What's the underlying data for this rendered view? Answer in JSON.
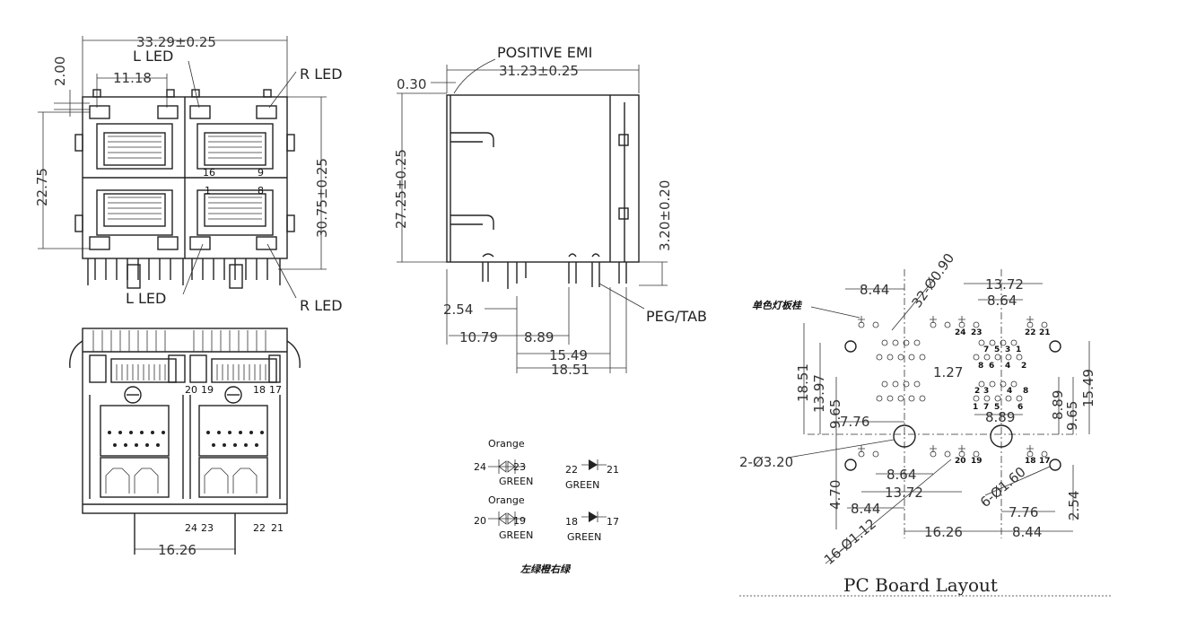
{
  "front_view": {
    "width_dim": "33.29±0.25",
    "led_offset_dim": "2.00",
    "led_spacing_dim": "11.18",
    "led_height_dim": "22.75",
    "height_dim": "30.75±0.25",
    "l_led_top": "L LED",
    "r_led_top": "R LED",
    "l_led_bottom": "L LED",
    "r_led_bottom": "R LED",
    "pin_16": "16",
    "pin_9": "9",
    "pin_1": "1",
    "pin_8": "8"
  },
  "side_view": {
    "positive_emi": "POSITIVE EMI",
    "length_dim": "31.23±0.25",
    "emi_dim": "0.30",
    "height_dim": "27.25±0.25",
    "pin_dim": "3.20±0.20",
    "peg_tab": "PEG/TAB",
    "dims": [
      "2.54",
      "10.79",
      "8.89",
      "15.49",
      "18.51"
    ]
  },
  "bottom_view": {
    "pins_top": [
      "20",
      "19",
      "18",
      "17"
    ],
    "pins_bottom": [
      "24",
      "23",
      "22",
      "21"
    ],
    "spacing_dim": "16.26"
  },
  "led_schematic": {
    "orange_1": "Orange",
    "orange_2": "Orange",
    "green_1": "GREEN",
    "green_2": "GREEN",
    "green_3": "GREEN",
    "green_4": "GREEN",
    "pins": [
      "24",
      "23",
      "22",
      "21",
      "20",
      "19",
      "18",
      "17"
    ],
    "caption": "左绿橙右绿"
  },
  "pcb_layout": {
    "title": "PC Board Layout",
    "mono_led_label": "单色灯板桂",
    "hole_callout_1": "32-Ø0.90",
    "hole_callout_2": "2-Ø3.20",
    "hole_callout_3": "6-Ø1.60",
    "hole_callout_4": "16-Ø1.12",
    "dims": [
      "8.44",
      "13.72",
      "8.64",
      "18.51",
      "13.97",
      "9.65",
      "7.76",
      "1.27",
      "8.89",
      "9.65",
      "15.49",
      "8.89",
      "4.70",
      "8.64",
      "13.72",
      "8.44",
      "7.76",
      "2.54",
      "16.26",
      "8.44"
    ],
    "pins_top": [
      "24",
      "23",
      "22",
      "21"
    ],
    "pins_bottom": [
      "20",
      "19",
      "18",
      "17"
    ],
    "pins_left": [
      "8",
      "7",
      "6",
      "5",
      "4",
      "3",
      "2",
      "1"
    ],
    "pins_right": [
      "7",
      "5",
      "3",
      "1",
      "8",
      "6",
      "4",
      "2"
    ]
  }
}
